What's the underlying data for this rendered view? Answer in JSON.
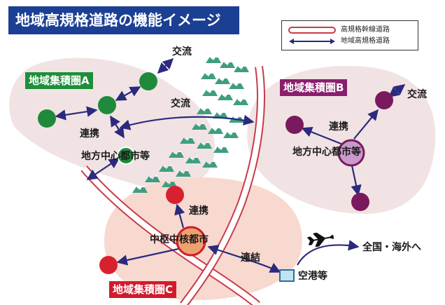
{
  "title": "地域高規格道路の機能イメージ",
  "legend": {
    "items": [
      {
        "label": "高規格幹線道路",
        "symbol": "double-line-road-icon"
      },
      {
        "label": "地域高規格道路",
        "symbol": "double-arrow-icon"
      }
    ]
  },
  "areas": {
    "a": {
      "label": "地域集積圏A",
      "color": "#1e8f3a",
      "node_color": "#1f8a3b"
    },
    "b": {
      "label": "地域集積圏B",
      "color": "#8a1f6d",
      "node_color": "#7a1a5e"
    },
    "c": {
      "label": "地域集積圏C",
      "color": "#d11b2d",
      "node_color": "#d8212e"
    }
  },
  "labels": {
    "koryu_a": "交流",
    "koryu_ab": "交流",
    "renkei_a": "連携",
    "chiho_a": "地方中心都市等",
    "renkei_b": "連携",
    "koryu_b": "交流",
    "chiho_b": "地方中心都市等",
    "renkei_c": "連携",
    "chusu_c": "中枢中核都市",
    "renketsu": "連結",
    "airport": "空港等",
    "destination": "全国・海外へ"
  },
  "colors": {
    "road_outline": "#c93a4a",
    "road_fill": "#ffffff",
    "arrow": "#2a2a7e",
    "area_bg": "#f1e3e3",
    "area_c_bg": "#f8d9cf",
    "mountain": "#3f9e82",
    "hub_fill": "#f0a070",
    "title_bg": "#1b3f93"
  }
}
